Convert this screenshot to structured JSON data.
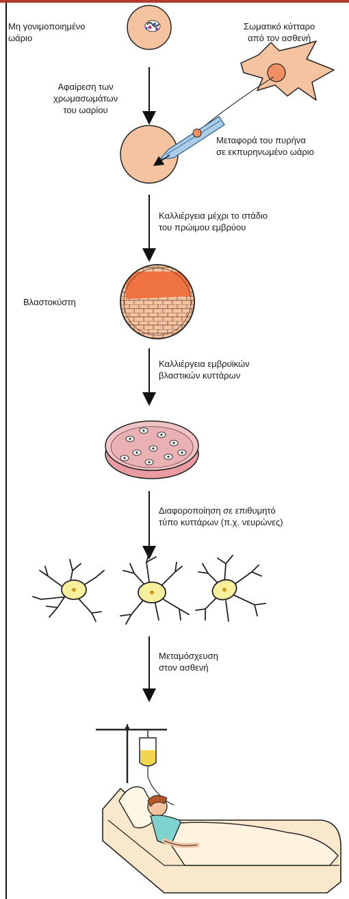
{
  "labels": {
    "unfertilized_egg": "Μη γονιμοποιημένο\nωάριο",
    "somatic_cell": "Σωματικό κύτταρο\nαπό τον ασθενή",
    "remove_chromosomes": "Αφαίρεση των\nχρωμασωμάτων\nτου ωαρίου",
    "nuclear_transfer": "Μεταφορά του πυρήνα\nσε εκπυρηνωμένο ωάριο",
    "culture_embryo": "Καλλιέργεια μέχρι το στάδιο\nτου πρώιμου εμβρύου",
    "blastocyst": "Βλαστοκύστη",
    "culture_stem_cells": "Καλλιέργεια εμβρυϊκών\nβλαστικών κυττάρων",
    "differentiation": "Διαφοροποίηση σε επιθυμητό\nτύπο κυττάρων (π.χ. νευρώνες)",
    "transplant": "Μεταμόσχευση\nστον ασθενή"
  },
  "colors": {
    "accent_bar": "#b23a2e",
    "cell_fill": "#f6c3a1",
    "blastocyst_orange": "#ee7340",
    "dish_pink": "#eab1b4",
    "neuron_fill": "#f7ef9e",
    "iv_fluid": "#f3d54f",
    "gown": "#7fd3ce"
  }
}
